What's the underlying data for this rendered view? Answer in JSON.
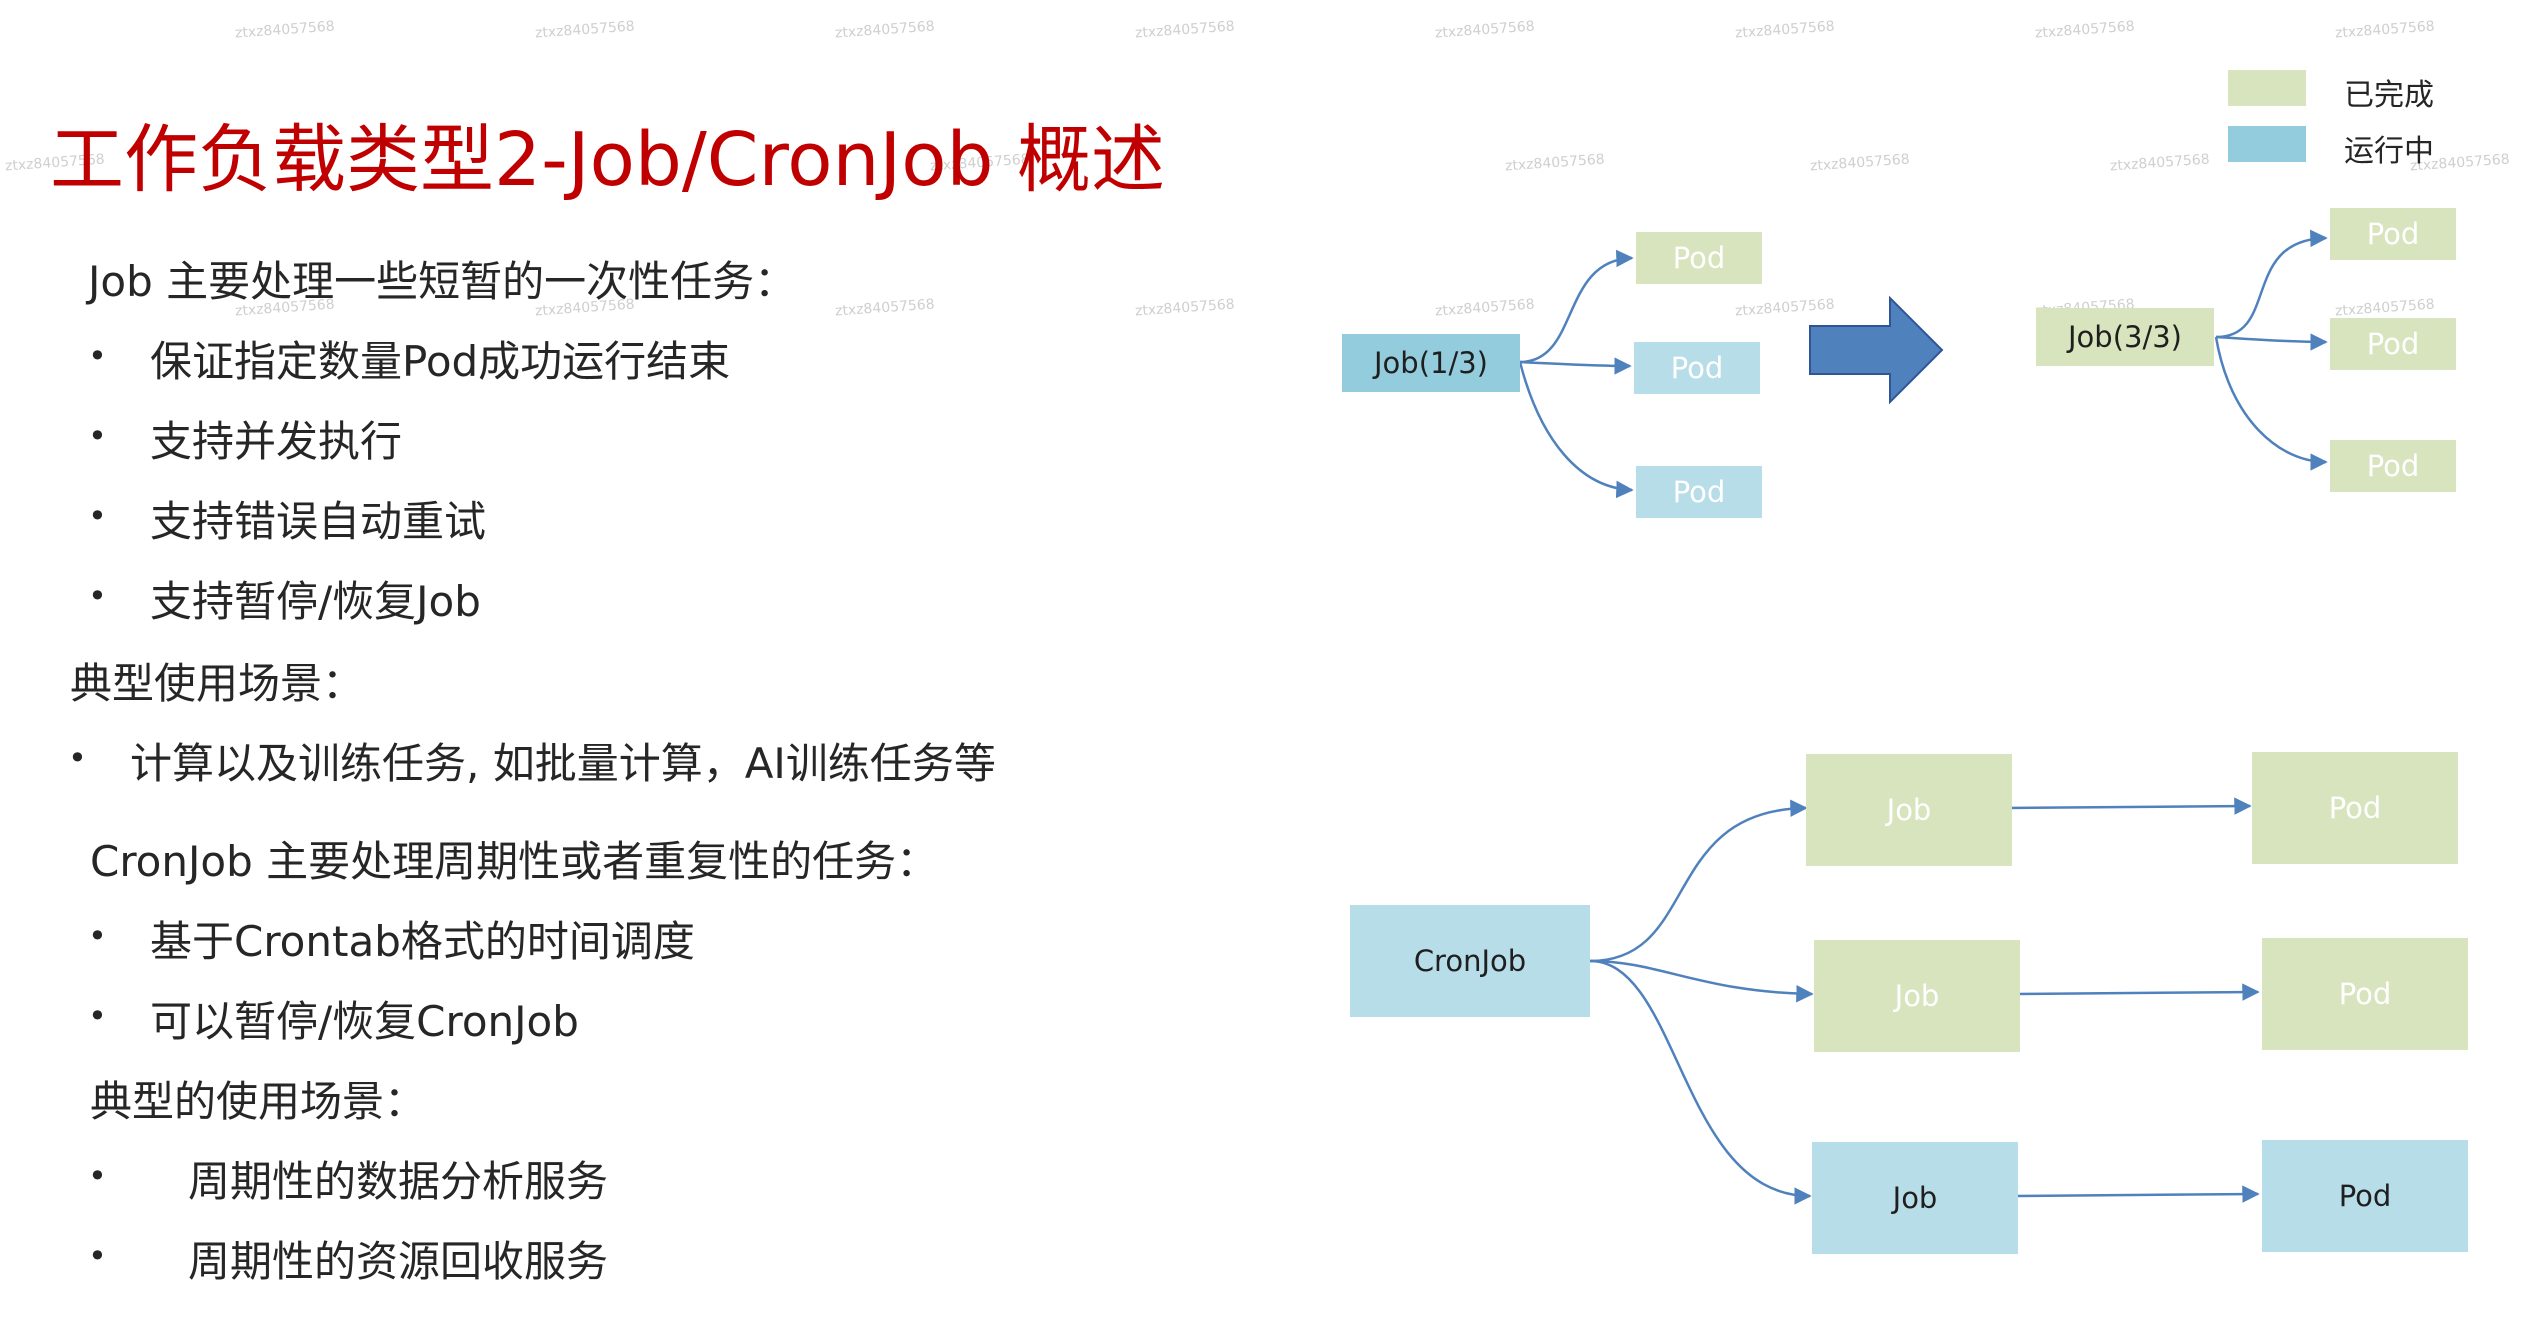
{
  "watermark": "ztxz84057568",
  "title": "工作负载类型2-Job/CronJob 概述",
  "content": {
    "job_heading": "Job 主要处理一些短暂的一次性任务：",
    "job_bullets": [
      "保证指定数量Pod成功运行结束",
      "支持并发执行",
      "支持错误自动重试",
      "支持暂停/恢复Job"
    ],
    "job_scene_heading": "典型使用场景：",
    "job_scene_bullets": [
      "计算以及训练任务, 如批量计算，AI训练任务等"
    ],
    "cron_heading": "CronJob 主要处理周期性或者重复性的任务：",
    "cron_bullets": [
      "基于Crontab格式的时间调度",
      "可以暂停/恢复CronJob"
    ],
    "cron_scene_heading": "典型的使用场景：",
    "cron_scene_bullets": [
      "周期性的数据分析服务",
      "周期性的资源回收服务"
    ]
  },
  "legend": {
    "done_label": "已完成",
    "running_label": "运行中",
    "done_color": "#d7e4bd",
    "running_color": "#93cddd"
  },
  "diagram_top": {
    "job_before": "Job(1/3)",
    "pods_before": [
      "Pod",
      "Pod",
      "Pod"
    ],
    "job_after": "Job(3/3)",
    "pods_after": [
      "Pod",
      "Pod",
      "Pod"
    ]
  },
  "diagram_bottom": {
    "cronjob": "CronJob",
    "jobs": [
      "Job",
      "Job",
      "Job"
    ],
    "pods": [
      "Pod",
      "Pod",
      "Pod"
    ]
  }
}
